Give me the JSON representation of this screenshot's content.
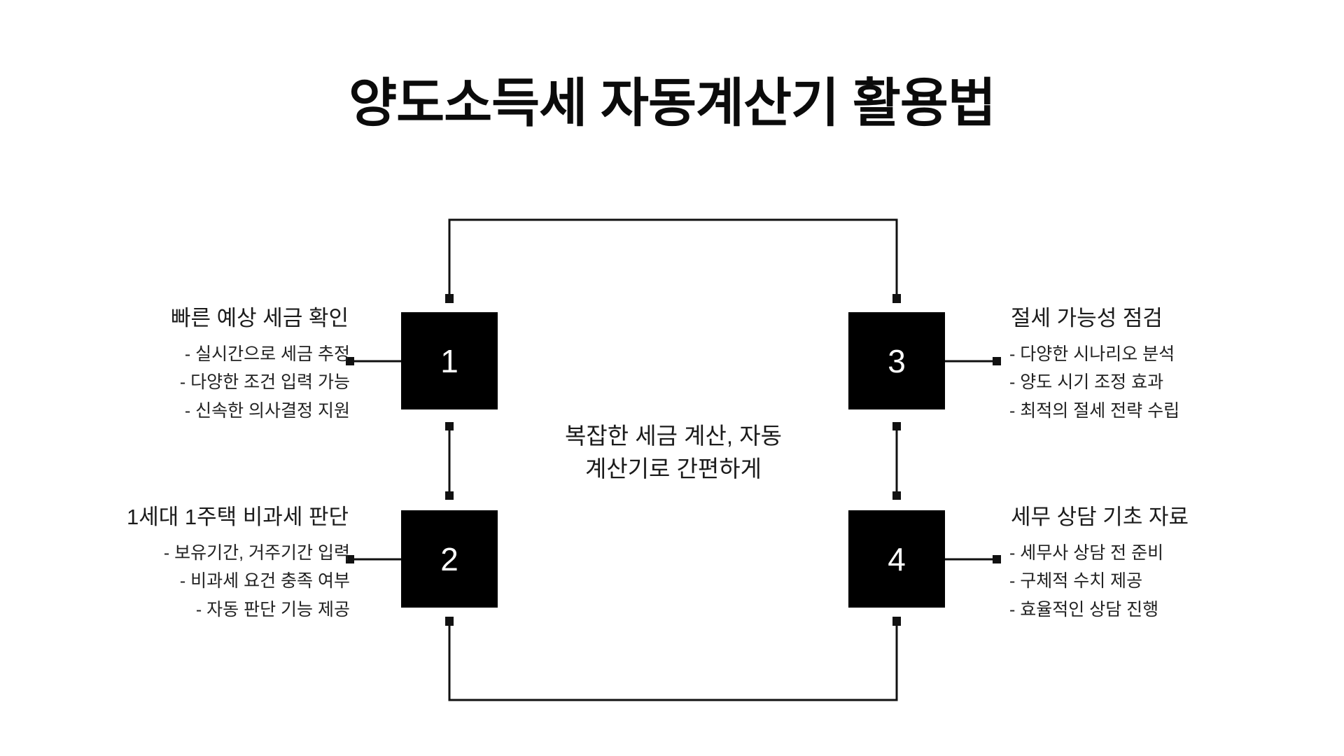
{
  "slide": {
    "title": "양도소득세 자동계산기 활용법",
    "background_color": "#ffffff",
    "accent_color": "#000000",
    "text_color": "#1b1b1b"
  },
  "center_caption": {
    "line1": "복잡한 세금 계산, 자동",
    "line2": "계산기로 간편하게"
  },
  "nodes": [
    {
      "number": "1",
      "side": "left",
      "heading": "빠른 예상 세금 확인",
      "bullets": [
        "- 실시간으로 세금 추정",
        "- 다양한 조건 입력 가능",
        "- 신속한 의사결정 지원"
      ]
    },
    {
      "number": "2",
      "side": "left",
      "heading": "1세대 1주택 비과세 판단",
      "bullets": [
        "- 보유기간, 거주기간 입력",
        "- 비과세 요건 충족 여부",
        "- 자동 판단 기능 제공"
      ]
    },
    {
      "number": "3",
      "side": "right",
      "heading": "절세 가능성 점검",
      "bullets": [
        "- 다양한 시나리오 분석",
        "- 양도 시기 조정 효과",
        "- 최적의 절세 전략 수립"
      ]
    },
    {
      "number": "4",
      "side": "right",
      "heading": "세무 상담 기초 자료",
      "bullets": [
        "- 세무사 상담 전 준비",
        "- 구체적 수치 제공",
        "- 효율적인 상담 진행"
      ]
    }
  ]
}
